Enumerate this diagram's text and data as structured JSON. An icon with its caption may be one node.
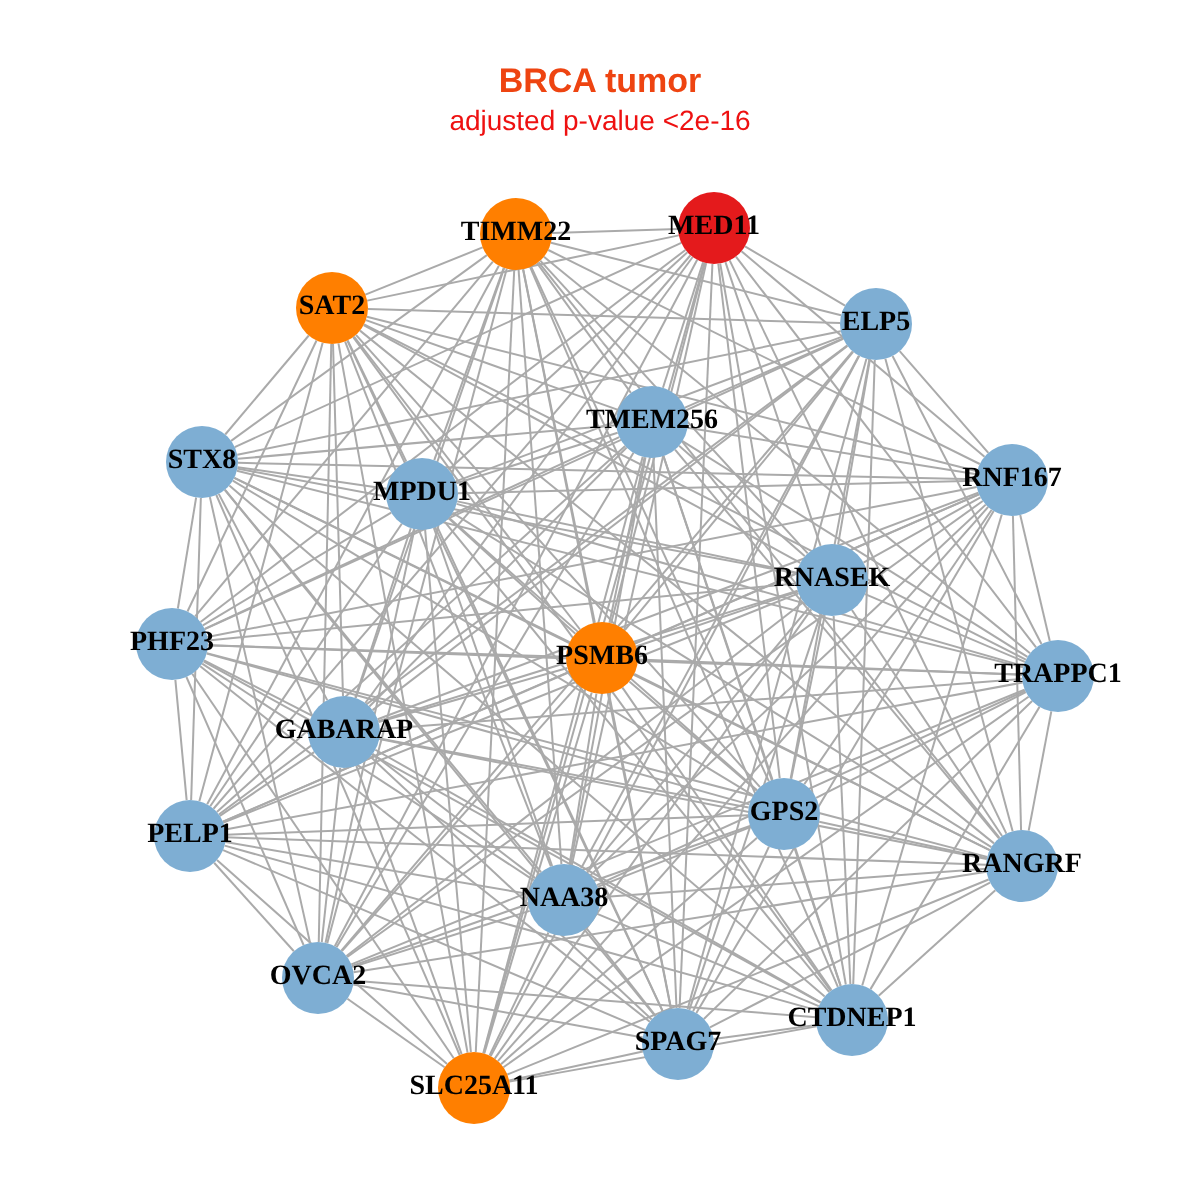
{
  "diagram": {
    "title": "BRCA tumor",
    "caption": "adjusted p-value <2e-16",
    "nodes": [
      {
        "text": [
          "TIMM22"
        ]
      },
      {
        "text": [
          "MED11"
        ]
      },
      {
        "text": [
          "SAT2"
        ]
      },
      {
        "text": [
          "ELP5"
        ]
      },
      {
        "text": [
          "TMEM256"
        ]
      },
      {
        "text": [
          "STX8"
        ]
      },
      {
        "text": [
          "MPDU1"
        ]
      },
      {
        "text": [
          "RNF167"
        ]
      },
      {
        "text": [
          "RNASEK"
        ]
      },
      {
        "text": [
          "PHF23"
        ]
      },
      {
        "text": [
          "PSMB6"
        ]
      },
      {
        "text": [
          "TRAPPC1"
        ]
      },
      {
        "text": [
          "GABARAP"
        ]
      },
      {
        "text": [
          "GPS2"
        ]
      },
      {
        "text": [
          "PELP1"
        ]
      },
      {
        "text": [
          "RANGRF"
        ]
      },
      {
        "text": [
          "NAA38"
        ]
      },
      {
        "text": [
          "OVCA2"
        ]
      },
      {
        "text": [
          "CTDNEP1"
        ]
      },
      {
        "text": [
          "SPAG7"
        ]
      },
      {
        "text": [
          "SLC25A11"
        ]
      }
    ],
    "edges": [
      {
        "from": 0,
        "to": 1,
        "arrow": "none"
      },
      {
        "from": 0,
        "to": 2,
        "arrow": "none"
      },
      {
        "from": 0,
        "to": 3,
        "arrow": "none"
      },
      {
        "from": 0,
        "to": 4,
        "arrow": "none"
      },
      {
        "from": 0,
        "to": 5,
        "arrow": "none"
      },
      {
        "from": 0,
        "to": 6,
        "arrow": "none"
      },
      {
        "from": 0,
        "to": 7,
        "arrow": "none"
      },
      {
        "from": 0,
        "to": 8,
        "arrow": "none"
      },
      {
        "from": 0,
        "to": 9,
        "arrow": "none"
      },
      {
        "from": 0,
        "to": 10,
        "arrow": "none"
      },
      {
        "from": 0,
        "to": 11,
        "arrow": "none"
      },
      {
        "from": 0,
        "to": 12,
        "arrow": "none"
      },
      {
        "from": 0,
        "to": 13,
        "arrow": "none"
      },
      {
        "from": 0,
        "to": 14,
        "arrow": "none"
      },
      {
        "from": 0,
        "to": 15,
        "arrow": "none"
      },
      {
        "from": 0,
        "to": 16,
        "arrow": "none"
      },
      {
        "from": 0,
        "to": 17,
        "arrow": "none"
      },
      {
        "from": 0,
        "to": 18,
        "arrow": "none"
      },
      {
        "from": 0,
        "to": 19,
        "arrow": "none"
      },
      {
        "from": 0,
        "to": 20,
        "arrow": "none"
      },
      {
        "from": 1,
        "to": 2,
        "arrow": "none"
      },
      {
        "from": 1,
        "to": 3,
        "arrow": "none"
      },
      {
        "from": 1,
        "to": 4,
        "arrow": "none"
      },
      {
        "from": 1,
        "to": 5,
        "arrow": "none"
      },
      {
        "from": 1,
        "to": 6,
        "arrow": "none"
      },
      {
        "from": 1,
        "to": 7,
        "arrow": "none"
      },
      {
        "from": 1,
        "to": 8,
        "arrow": "none"
      },
      {
        "from": 1,
        "to": 9,
        "arrow": "none"
      },
      {
        "from": 1,
        "to": 10,
        "arrow": "none"
      },
      {
        "from": 1,
        "to": 11,
        "arrow": "none"
      },
      {
        "from": 1,
        "to": 12,
        "arrow": "none"
      },
      {
        "from": 1,
        "to": 13,
        "arrow": "none"
      },
      {
        "from": 1,
        "to": 14,
        "arrow": "none"
      },
      {
        "from": 1,
        "to": 15,
        "arrow": "none"
      },
      {
        "from": 1,
        "to": 16,
        "arrow": "none"
      },
      {
        "from": 1,
        "to": 17,
        "arrow": "none"
      },
      {
        "from": 1,
        "to": 18,
        "arrow": "none"
      },
      {
        "from": 1,
        "to": 19,
        "arrow": "none"
      },
      {
        "from": 1,
        "to": 20,
        "arrow": "none"
      },
      {
        "from": 2,
        "to": 3,
        "arrow": "none"
      },
      {
        "from": 2,
        "to": 4,
        "arrow": "none"
      },
      {
        "from": 2,
        "to": 5,
        "arrow": "none"
      },
      {
        "from": 2,
        "to": 6,
        "arrow": "none"
      },
      {
        "from": 2,
        "to": 7,
        "arrow": "none"
      },
      {
        "from": 2,
        "to": 8,
        "arrow": "none"
      },
      {
        "from": 2,
        "to": 9,
        "arrow": "none"
      },
      {
        "from": 2,
        "to": 10,
        "arrow": "none"
      },
      {
        "from": 2,
        "to": 11,
        "arrow": "none"
      },
      {
        "from": 2,
        "to": 12,
        "arrow": "none"
      },
      {
        "from": 2,
        "to": 13,
        "arrow": "none"
      },
      {
        "from": 2,
        "to": 14,
        "arrow": "none"
      },
      {
        "from": 2,
        "to": 15,
        "arrow": "none"
      },
      {
        "from": 2,
        "to": 16,
        "arrow": "none"
      },
      {
        "from": 2,
        "to": 17,
        "arrow": "none"
      },
      {
        "from": 2,
        "to": 18,
        "arrow": "none"
      },
      {
        "from": 2,
        "to": 19,
        "arrow": "none"
      },
      {
        "from": 2,
        "to": 20,
        "arrow": "none"
      },
      {
        "from": 3,
        "to": 4,
        "arrow": "none"
      },
      {
        "from": 3,
        "to": 5,
        "arrow": "none"
      },
      {
        "from": 3,
        "to": 6,
        "arrow": "none"
      },
      {
        "from": 3,
        "to": 7,
        "arrow": "none"
      },
      {
        "from": 3,
        "to": 8,
        "arrow": "none"
      },
      {
        "from": 3,
        "to": 9,
        "arrow": "none"
      },
      {
        "from": 3,
        "to": 10,
        "arrow": "none"
      },
      {
        "from": 3,
        "to": 11,
        "arrow": "none"
      },
      {
        "from": 3,
        "to": 12,
        "arrow": "none"
      },
      {
        "from": 3,
        "to": 13,
        "arrow": "none"
      },
      {
        "from": 3,
        "to": 14,
        "arrow": "none"
      },
      {
        "from": 3,
        "to": 15,
        "arrow": "none"
      },
      {
        "from": 3,
        "to": 16,
        "arrow": "none"
      },
      {
        "from": 3,
        "to": 17,
        "arrow": "none"
      },
      {
        "from": 3,
        "to": 18,
        "arrow": "none"
      },
      {
        "from": 3,
        "to": 19,
        "arrow": "none"
      },
      {
        "from": 3,
        "to": 20,
        "arrow": "none"
      },
      {
        "from": 4,
        "to": 5,
        "arrow": "none"
      },
      {
        "from": 4,
        "to": 6,
        "arrow": "none"
      },
      {
        "from": 4,
        "to": 7,
        "arrow": "none"
      },
      {
        "from": 4,
        "to": 8,
        "arrow": "none"
      },
      {
        "from": 4,
        "to": 9,
        "arrow": "none"
      },
      {
        "from": 4,
        "to": 10,
        "arrow": "none"
      },
      {
        "from": 4,
        "to": 11,
        "arrow": "none"
      },
      {
        "from": 4,
        "to": 12,
        "arrow": "none"
      },
      {
        "from": 4,
        "to": 13,
        "arrow": "none"
      },
      {
        "from": 4,
        "to": 14,
        "arrow": "none"
      },
      {
        "from": 4,
        "to": 15,
        "arrow": "none"
      },
      {
        "from": 4,
        "to": 16,
        "arrow": "none"
      },
      {
        "from": 4,
        "to": 17,
        "arrow": "none"
      },
      {
        "from": 4,
        "to": 18,
        "arrow": "none"
      },
      {
        "from": 4,
        "to": 19,
        "arrow": "none"
      },
      {
        "from": 4,
        "to": 20,
        "arrow": "none"
      },
      {
        "from": 5,
        "to": 6,
        "arrow": "none"
      },
      {
        "from": 5,
        "to": 7,
        "arrow": "none"
      },
      {
        "from": 5,
        "to": 8,
        "arrow": "none"
      },
      {
        "from": 5,
        "to": 9,
        "arrow": "none"
      },
      {
        "from": 5,
        "to": 10,
        "arrow": "none"
      },
      {
        "from": 5,
        "to": 11,
        "arrow": "none"
      },
      {
        "from": 5,
        "to": 12,
        "arrow": "none"
      },
      {
        "from": 5,
        "to": 13,
        "arrow": "none"
      },
      {
        "from": 5,
        "to": 14,
        "arrow": "none"
      },
      {
        "from": 5,
        "to": 15,
        "arrow": "none"
      },
      {
        "from": 5,
        "to": 16,
        "arrow": "none"
      },
      {
        "from": 5,
        "to": 17,
        "arrow": "none"
      },
      {
        "from": 5,
        "to": 18,
        "arrow": "none"
      },
      {
        "from": 5,
        "to": 19,
        "arrow": "none"
      },
      {
        "from": 5,
        "to": 20,
        "arrow": "none"
      },
      {
        "from": 6,
        "to": 7,
        "arrow": "none"
      },
      {
        "from": 6,
        "to": 8,
        "arrow": "none"
      },
      {
        "from": 6,
        "to": 9,
        "arrow": "none"
      },
      {
        "from": 6,
        "to": 10,
        "arrow": "none"
      },
      {
        "from": 6,
        "to": 11,
        "arrow": "none"
      },
      {
        "from": 6,
        "to": 12,
        "arrow": "none"
      },
      {
        "from": 6,
        "to": 13,
        "arrow": "none"
      },
      {
        "from": 6,
        "to": 14,
        "arrow": "none"
      },
      {
        "from": 6,
        "to": 15,
        "arrow": "none"
      },
      {
        "from": 6,
        "to": 16,
        "arrow": "none"
      },
      {
        "from": 6,
        "to": 17,
        "arrow": "none"
      },
      {
        "from": 6,
        "to": 18,
        "arrow": "none"
      },
      {
        "from": 6,
        "to": 19,
        "arrow": "none"
      },
      {
        "from": 6,
        "to": 20,
        "arrow": "none"
      },
      {
        "from": 7,
        "to": 8,
        "arrow": "none"
      },
      {
        "from": 7,
        "to": 9,
        "arrow": "none"
      },
      {
        "from": 7,
        "to": 10,
        "arrow": "none"
      },
      {
        "from": 7,
        "to": 11,
        "arrow": "none"
      },
      {
        "from": 7,
        "to": 12,
        "arrow": "none"
      },
      {
        "from": 7,
        "to": 13,
        "arrow": "none"
      },
      {
        "from": 7,
        "to": 14,
        "arrow": "none"
      },
      {
        "from": 7,
        "to": 15,
        "arrow": "none"
      },
      {
        "from": 7,
        "to": 16,
        "arrow": "none"
      },
      {
        "from": 7,
        "to": 17,
        "arrow": "none"
      },
      {
        "from": 7,
        "to": 18,
        "arrow": "none"
      },
      {
        "from": 7,
        "to": 19,
        "arrow": "none"
      },
      {
        "from": 7,
        "to": 20,
        "arrow": "none"
      },
      {
        "from": 8,
        "to": 9,
        "arrow": "none"
      },
      {
        "from": 8,
        "to": 10,
        "arrow": "none"
      },
      {
        "from": 8,
        "to": 11,
        "arrow": "none"
      },
      {
        "from": 8,
        "to": 12,
        "arrow": "none"
      },
      {
        "from": 8,
        "to": 13,
        "arrow": "none"
      },
      {
        "from": 8,
        "to": 14,
        "arrow": "none"
      },
      {
        "from": 8,
        "to": 15,
        "arrow": "none"
      },
      {
        "from": 8,
        "to": 16,
        "arrow": "none"
      },
      {
        "from": 8,
        "to": 17,
        "arrow": "none"
      },
      {
        "from": 8,
        "to": 18,
        "arrow": "none"
      },
      {
        "from": 8,
        "to": 19,
        "arrow": "none"
      },
      {
        "from": 8,
        "to": 20,
        "arrow": "none"
      },
      {
        "from": 9,
        "to": 10,
        "arrow": "none"
      },
      {
        "from": 9,
        "to": 11,
        "arrow": "none"
      },
      {
        "from": 9,
        "to": 12,
        "arrow": "none"
      },
      {
        "from": 9,
        "to": 13,
        "arrow": "none"
      },
      {
        "from": 9,
        "to": 14,
        "arrow": "none"
      },
      {
        "from": 9,
        "to": 15,
        "arrow": "none"
      },
      {
        "from": 9,
        "to": 16,
        "arrow": "none"
      },
      {
        "from": 9,
        "to": 17,
        "arrow": "none"
      },
      {
        "from": 9,
        "to": 18,
        "arrow": "none"
      },
      {
        "from": 9,
        "to": 19,
        "arrow": "none"
      },
      {
        "from": 9,
        "to": 20,
        "arrow": "none"
      },
      {
        "from": 10,
        "to": 11,
        "arrow": "none"
      },
      {
        "from": 10,
        "to": 12,
        "arrow": "none"
      },
      {
        "from": 10,
        "to": 13,
        "arrow": "none"
      },
      {
        "from": 10,
        "to": 14,
        "arrow": "none"
      },
      {
        "from": 10,
        "to": 15,
        "arrow": "none"
      },
      {
        "from": 10,
        "to": 16,
        "arrow": "none"
      },
      {
        "from": 10,
        "to": 17,
        "arrow": "none"
      },
      {
        "from": 10,
        "to": 18,
        "arrow": "none"
      },
      {
        "from": 10,
        "to": 19,
        "arrow": "none"
      },
      {
        "from": 10,
        "to": 20,
        "arrow": "none"
      },
      {
        "from": 11,
        "to": 12,
        "arrow": "none"
      },
      {
        "from": 11,
        "to": 13,
        "arrow": "none"
      },
      {
        "from": 11,
        "to": 14,
        "arrow": "none"
      },
      {
        "from": 11,
        "to": 15,
        "arrow": "none"
      },
      {
        "from": 11,
        "to": 16,
        "arrow": "none"
      },
      {
        "from": 11,
        "to": 17,
        "arrow": "none"
      },
      {
        "from": 11,
        "to": 18,
        "arrow": "none"
      },
      {
        "from": 11,
        "to": 19,
        "arrow": "none"
      },
      {
        "from": 11,
        "to": 20,
        "arrow": "none"
      },
      {
        "from": 12,
        "to": 13,
        "arrow": "none"
      },
      {
        "from": 12,
        "to": 14,
        "arrow": "none"
      },
      {
        "from": 12,
        "to": 15,
        "arrow": "none"
      },
      {
        "from": 12,
        "to": 16,
        "arrow": "none"
      },
      {
        "from": 12,
        "to": 17,
        "arrow": "none"
      },
      {
        "from": 12,
        "to": 18,
        "arrow": "none"
      },
      {
        "from": 12,
        "to": 19,
        "arrow": "none"
      },
      {
        "from": 12,
        "to": 20,
        "arrow": "none"
      },
      {
        "from": 13,
        "to": 14,
        "arrow": "none"
      },
      {
        "from": 13,
        "to": 15,
        "arrow": "none"
      },
      {
        "from": 13,
        "to": 16,
        "arrow": "none"
      },
      {
        "from": 13,
        "to": 17,
        "arrow": "none"
      },
      {
        "from": 13,
        "to": 18,
        "arrow": "none"
      },
      {
        "from": 13,
        "to": 19,
        "arrow": "none"
      },
      {
        "from": 13,
        "to": 20,
        "arrow": "none"
      },
      {
        "from": 14,
        "to": 15,
        "arrow": "none"
      },
      {
        "from": 14,
        "to": 16,
        "arrow": "none"
      },
      {
        "from": 14,
        "to": 17,
        "arrow": "none"
      },
      {
        "from": 14,
        "to": 18,
        "arrow": "none"
      },
      {
        "from": 14,
        "to": 19,
        "arrow": "none"
      },
      {
        "from": 14,
        "to": 20,
        "arrow": "none"
      },
      {
        "from": 15,
        "to": 16,
        "arrow": "none"
      },
      {
        "from": 15,
        "to": 17,
        "arrow": "none"
      },
      {
        "from": 15,
        "to": 18,
        "arrow": "none"
      },
      {
        "from": 15,
        "to": 19,
        "arrow": "none"
      },
      {
        "from": 15,
        "to": 20,
        "arrow": "none"
      },
      {
        "from": 16,
        "to": 17,
        "arrow": "none"
      },
      {
        "from": 16,
        "to": 18,
        "arrow": "none"
      },
      {
        "from": 16,
        "to": 19,
        "arrow": "none"
      },
      {
        "from": 16,
        "to": 20,
        "arrow": "none"
      },
      {
        "from": 17,
        "to": 18,
        "arrow": "none"
      },
      {
        "from": 17,
        "to": 19,
        "arrow": "none"
      },
      {
        "from": 17,
        "to": 20,
        "arrow": "none"
      },
      {
        "from": 18,
        "to": 19,
        "arrow": "none"
      },
      {
        "from": 18,
        "to": 20,
        "arrow": "none"
      },
      {
        "from": 19,
        "to": 20,
        "arrow": "none"
      }
    ]
  }
}
